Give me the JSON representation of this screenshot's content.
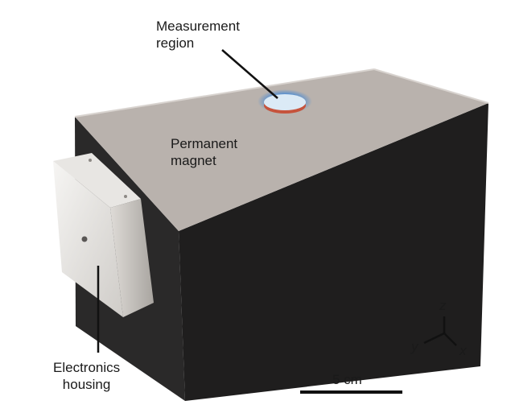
{
  "labels": {
    "measurement_line1": "Measurement",
    "measurement_line2": "region",
    "magnet_line1": "Permanent",
    "magnet_line2": "magnet",
    "electronics_line1": "Electronics",
    "electronics_line2": "housing",
    "scale_bar": "5 cm"
  },
  "axes": {
    "z": "z",
    "y": "y",
    "x": "x"
  },
  "colors": {
    "magnet_top": "#b9b2ad",
    "magnet_side": "#1f1e1e",
    "housing_face": "#e6e4e1",
    "measurement_disc": "#dbeaf6",
    "measurement_glow": "#3f87d8",
    "measurement_rim": "#c6533c",
    "line": "#111111"
  }
}
